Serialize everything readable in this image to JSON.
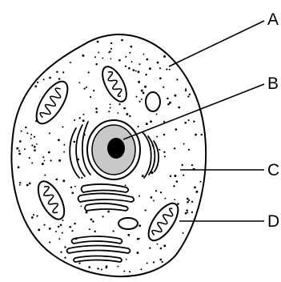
{
  "labels": {
    "a": "A",
    "b": "B",
    "c": "C",
    "d": "D"
  },
  "colors": {
    "stroke": "#000000",
    "cytoplasm": "#ffffff",
    "nucleus": "#c8c8c8",
    "nucleolus": "#000000",
    "background": "#ffffff"
  }
}
